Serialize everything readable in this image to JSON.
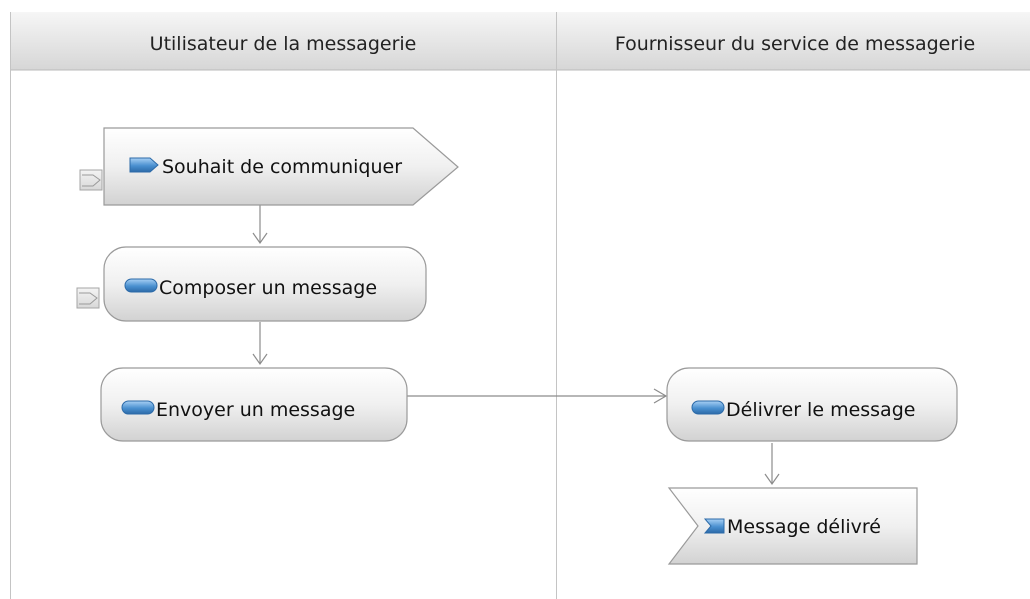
{
  "diagram": {
    "type": "BPMN process diagram with swimlanes",
    "lanes": [
      {
        "title": "Utilisateur de la messagerie"
      },
      {
        "title": "Fournisseur du service de messagerie"
      }
    ],
    "nodes": {
      "start_event": {
        "label": "Souhait de communiquer",
        "kind": "input-event",
        "icon": "flag-icon"
      },
      "task_compose": {
        "label": "Composer un message",
        "kind": "task",
        "icon": "task-icon"
      },
      "task_send": {
        "label": "Envoyer un message",
        "kind": "task",
        "icon": "task-icon"
      },
      "task_deliver": {
        "label": "Délivrer le message",
        "kind": "task",
        "icon": "task-icon"
      },
      "end_event": {
        "label": "Message délivré",
        "kind": "output-event",
        "icon": "message-icon"
      }
    },
    "connections": [
      {
        "from": "start_event",
        "to": "task_compose"
      },
      {
        "from": "task_compose",
        "to": "task_send"
      },
      {
        "from": "task_send",
        "to": "task_deliver"
      },
      {
        "from": "task_deliver",
        "to": "end_event"
      }
    ]
  },
  "colors": {
    "header_top": "#f4f4f4",
    "header_bottom": "#d9d9d9",
    "lane_border": "#b9b9b9",
    "node_fill_top": "#ffffff",
    "node_fill_bottom": "#d4d4d4",
    "node_border": "#9a9a9a",
    "connector": "#8c8c8c",
    "icon_blue": "#4a90d0",
    "icon_blue_dark": "#2c6aa8"
  }
}
